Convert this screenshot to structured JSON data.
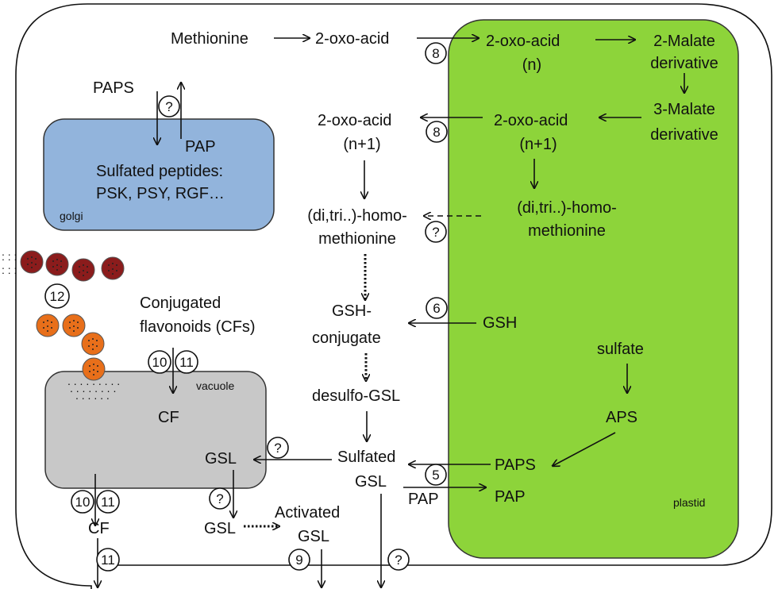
{
  "colors": {
    "plastid": "#8dd43a",
    "golgi": "#92b4dc",
    "vacuole": "#c8c8c8",
    "bead_dark": "#8b1c1c",
    "bead_orange": "#e86f1a"
  },
  "compartments": {
    "golgi": "golgi",
    "vacuole": "vacuole",
    "plastid": "plastid"
  },
  "golgi_content": {
    "paps": "PAPS",
    "pap": "PAP",
    "peptides_line1": "Sulfated peptides:",
    "peptides_line2": "PSK, PSY, RGF…"
  },
  "pathway": {
    "methionine": "Methionine",
    "oxo_acid": "2-oxo-acid",
    "oxo_acid_n": "(n)",
    "malate2_line1": "2-Malate",
    "malate2_line2": "derivative",
    "malate3_line1": "3-Malate",
    "malate3_line2": "derivative",
    "oxo_acid_n1": "(n+1)",
    "homomet_line1": "(di,tri..)-homo-",
    "homomet_line2": "methionine",
    "gsh_conj_line1": "GSH-",
    "gsh_conj_line2": "conjugate",
    "gsh": "GSH",
    "desulfo": "desulfo-GSL",
    "sulfated_line1": "Sulfated",
    "sulfated_line2": "GSL",
    "sulfate": "sulfate",
    "aps": "APS",
    "paps": "PAPS",
    "pap": "PAP",
    "pap_out": "PAP"
  },
  "transport": {
    "conj_flav_line1": "Conjugated",
    "conj_flav_line2": "flavonoids (CFs)",
    "cf": "CF",
    "gsl": "GSL",
    "activated_line1": "Activated",
    "activated_line2": "GSL"
  },
  "markers": {
    "eight": "8",
    "question": "?",
    "six": "6",
    "five": "5",
    "ten": "10",
    "eleven": "11",
    "twelve": "12",
    "nine": "9"
  }
}
